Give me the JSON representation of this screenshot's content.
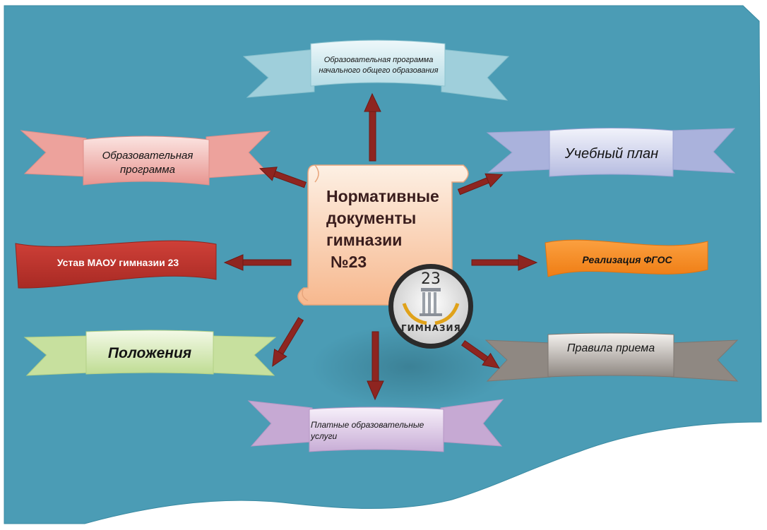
{
  "center": {
    "title_lines": [
      "Нормативные",
      "документы",
      "гимназии",
      " №23"
    ]
  },
  "logo": {
    "number": "23",
    "text": "ГИМНАЗИЯ"
  },
  "nodes": [
    {
      "id": "program-nachalnoe",
      "text": "Образовательная программа начального общего образования",
      "color": "#cfe9ef"
    },
    {
      "id": "uchebny-plan",
      "text": "Учебный план",
      "color": "#c9cde9"
    },
    {
      "id": "obraz-programma",
      "text": "Образовательная программа",
      "color": "#f2b6b0"
    },
    {
      "id": "realizacia-fgos",
      "text": "Реализация ФГОС",
      "color": "#f58a1f"
    },
    {
      "id": "ustav",
      "text": "Устав МАОУ гимназии 23",
      "color": "#b8322b"
    },
    {
      "id": "polozhenia",
      "text": "Положения",
      "color": "#d6e9b4"
    },
    {
      "id": "pravila-priema",
      "text": "Правила приема",
      "color": "#9a928b"
    },
    {
      "id": "platnye-uslugi",
      "text": "Платные образовательные услуги",
      "color": "#d9c5e3"
    }
  ],
  "colors": {
    "background": "#4b9cb5",
    "arrow": "#8e2520",
    "scroll": "#f9c9a6"
  }
}
